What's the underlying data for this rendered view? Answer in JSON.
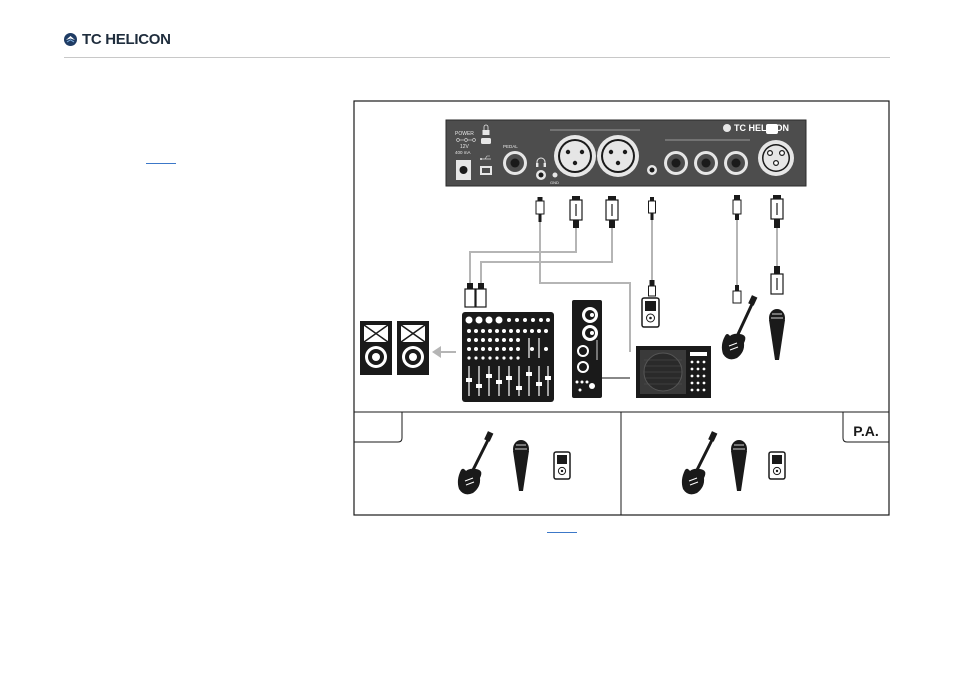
{
  "header": {
    "brand": "TC HELICON"
  },
  "diagram": {
    "device_brand": "TC HELICON",
    "power_label": "POWER",
    "voltage_label": "12V",
    "current_label": "400 mA",
    "pedal_label": "PEDAL",
    "gnd_label": "GND",
    "pa_label": "P.A."
  },
  "icons": [
    "tc-helicon-logo-icon",
    "usb-icon",
    "lock-icon",
    "headphone-icon",
    "guitar-icon",
    "microphone-icon",
    "media-player-icon",
    "speaker-icon",
    "mixer-icon",
    "amplifier-icon"
  ]
}
